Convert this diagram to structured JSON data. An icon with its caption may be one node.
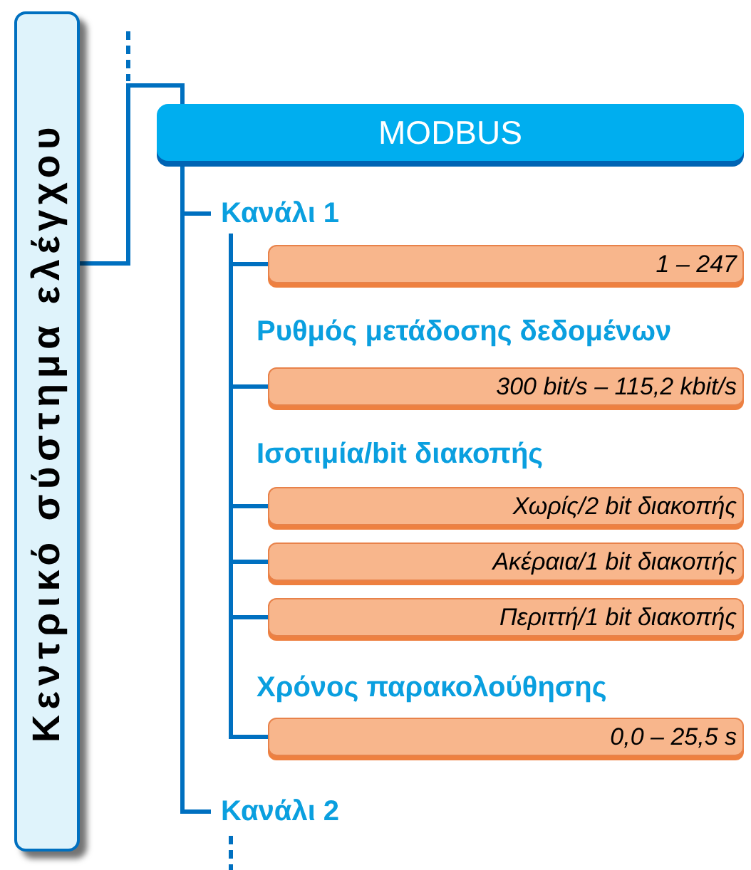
{
  "diagram": {
    "nodes": [
      {
        "text": [
          "Κεντρικό σύστημα ελέγχου"
        ]
      },
      {
        "text": [
          "MODBUS"
        ]
      },
      {
        "text": [
          "Κανάλι 1"
        ]
      },
      {
        "text": [
          "1 – 247"
        ]
      },
      {
        "text": [
          "300 bit/s – 115,2 kbit/s"
        ]
      },
      {
        "text": [
          "Χωρίς/2 bit διακοπής"
        ]
      },
      {
        "text": [
          "Ακέραια/1 bit διακοπής"
        ]
      },
      {
        "text": [
          "Περιττή/1 bit διακοπής"
        ]
      },
      {
        "text": [
          "0,0 – 25,5 s"
        ]
      },
      {
        "text": [
          "Κανάλι 2"
        ]
      }
    ],
    "edges": [
      {
        "from": 0,
        "to": 1,
        "arrow": "none"
      },
      {
        "from": 1,
        "to": 2,
        "arrow": "none"
      },
      {
        "from": 1,
        "to": 9,
        "arrow": "none"
      },
      {
        "from": 2,
        "to": 3,
        "arrow": "none"
      },
      {
        "from": 2,
        "to": 4,
        "arrow": "none"
      },
      {
        "from": 2,
        "to": 5,
        "arrow": "none"
      },
      {
        "from": 2,
        "to": 6,
        "arrow": "none"
      },
      {
        "from": 2,
        "to": 7,
        "arrow": "none"
      },
      {
        "from": 2,
        "to": 8,
        "arrow": "none"
      }
    ],
    "labels": [
      "Ρυθμός μετάδοσης δεδομένων",
      "Ισοτιμία/bit διακοπής",
      "Χρόνος παρακολούθησης"
    ]
  }
}
